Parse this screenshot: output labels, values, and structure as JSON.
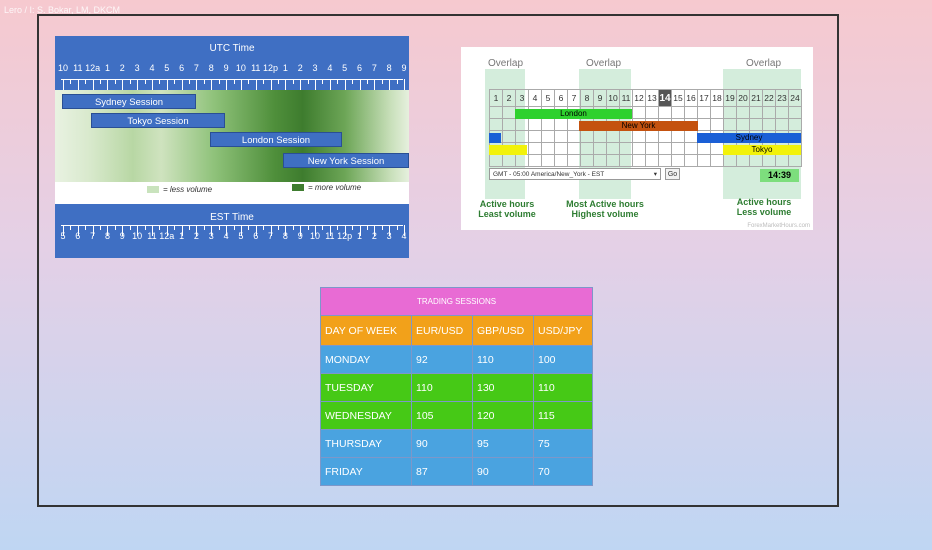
{
  "corner_text": "Lero / I: S. Bokar, LM, DKCM",
  "utc_time": {
    "title": "UTC Time",
    "ticks": [
      "10",
      "11",
      "12a",
      "1",
      "2",
      "3",
      "4",
      "5",
      "6",
      "7",
      "8",
      "9",
      "10",
      "11",
      "12p",
      "1",
      "2",
      "3",
      "4",
      "5",
      "6",
      "7",
      "8",
      "9"
    ]
  },
  "est_time": {
    "title": "EST Time",
    "ticks": [
      "5",
      "6",
      "7",
      "8",
      "9",
      "10",
      "11",
      "12a",
      "1",
      "2",
      "3",
      "4",
      "5",
      "6",
      "7",
      "8",
      "9",
      "10",
      "11",
      "12p",
      "1",
      "2",
      "3",
      "4"
    ]
  },
  "sessions": [
    "Sydney Session",
    "Tokyo Session",
    "London Session",
    "New York Session"
  ],
  "legend": {
    "less": "= less volume",
    "more": "= more volume",
    "less_color": "#c9e3bd",
    "more_color": "#3f7d30"
  },
  "overlap": {
    "labels": [
      "Overlap",
      "Overlap",
      "Overlap"
    ],
    "hours": [
      "1",
      "2",
      "3",
      "4",
      "5",
      "6",
      "7",
      "8",
      "9",
      "10",
      "11",
      "12",
      "13",
      "14",
      "15",
      "16",
      "17",
      "18",
      "19",
      "20",
      "21",
      "22",
      "23",
      "24"
    ],
    "current_hour": "14",
    "bars": [
      {
        "name": "London",
        "color": "#2ed12e"
      },
      {
        "name": "New York",
        "color": "#c4520f"
      },
      {
        "name": "Sydney",
        "color": "#1a5fd6"
      },
      {
        "name": "Tokyo",
        "color": "#f2f20a"
      }
    ],
    "timezone_select": "GMT - 05:00    America/New_York - EST",
    "go_button": "Go",
    "clock": "14:39",
    "captions": [
      {
        "line1": "Active hours",
        "line2": "Least volume"
      },
      {
        "line1": "Most Active hours",
        "line2": "Highest volume"
      },
      {
        "line1": "Active hours",
        "line2": "Less volume"
      }
    ],
    "watermark": "ForexMarketHours.com"
  },
  "table": {
    "title": "TRADING SESSIONS",
    "headers": [
      "DAY OF WEEK",
      "EUR/USD",
      "GBP/USD",
      "USD/JPY"
    ],
    "rows": [
      {
        "day": "MONDAY",
        "eur": "92",
        "gbp": "110",
        "jpy": "100",
        "color": "blue"
      },
      {
        "day": "TUESDAY",
        "eur": "110",
        "gbp": "130",
        "jpy": "110",
        "color": "green"
      },
      {
        "day": "WEDNESDAY",
        "eur": "105",
        "gbp": "120",
        "jpy": "115",
        "color": "green"
      },
      {
        "day": "THURSDAY",
        "eur": "90",
        "gbp": "95",
        "jpy": "75",
        "color": "blue"
      },
      {
        "day": "FRIDAY",
        "eur": "87",
        "gbp": "90",
        "jpy": "70",
        "color": "blue"
      }
    ]
  }
}
